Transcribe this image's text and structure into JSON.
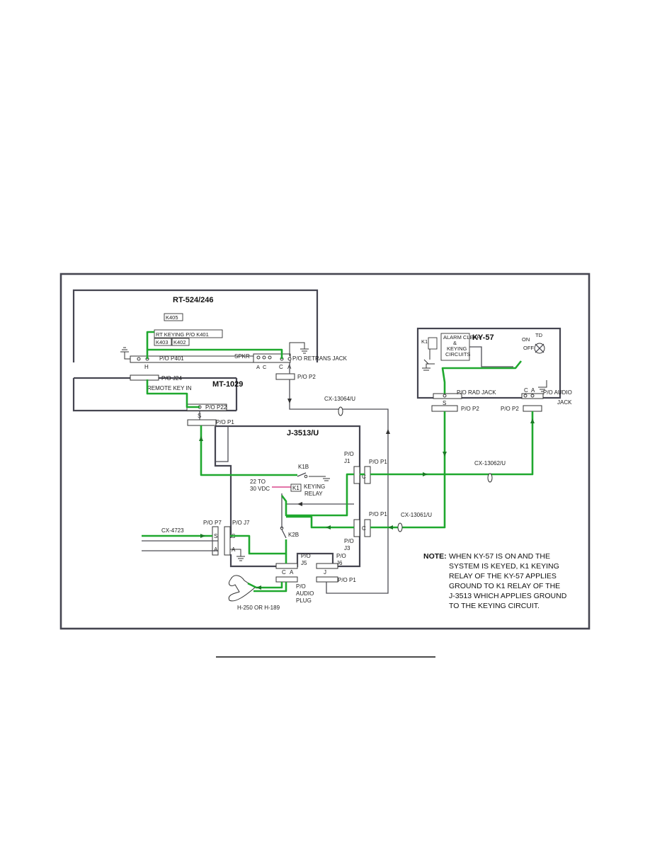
{
  "units": {
    "rt": {
      "title": "RT-524/246",
      "k405": "K405",
      "keying": "RT KEYING P/O K401",
      "k403": "K403",
      "k402": "K402",
      "p401": "P/O P401",
      "h": "H",
      "spkr": "SPKR",
      "ac_a": "A",
      "ac_c": "C",
      "c": "C",
      "a": "A",
      "retrans": "P/O RETRANS JACK",
      "p2": "P/O P2"
    },
    "mt": {
      "title": "MT-1029",
      "j24": "P/O J24",
      "remote": "REMOTE KEY IN",
      "p22": "P/O P22"
    },
    "ky": {
      "title": "KY-57",
      "k1": "K1",
      "alarm1": "ALARM CLEAR",
      "alarm2": "&",
      "alarm3": "KEYING",
      "alarm4": "CIRCUITS",
      "on": "ON",
      "td": "TD",
      "off": "OFF",
      "rad": "P/O RAD JACK",
      "audio1": "P/O AUDIO",
      "audio2": "JACK",
      "ca_c": "C",
      "ca_a": "A",
      "s": "S",
      "p2a": "P/O P2",
      "p2b": "P/O P2"
    },
    "j3513": {
      "title": "J-3513/U",
      "s": "S",
      "p1_top": "P/O P1",
      "po1": "P/O",
      "j1": "J1",
      "p1_a": "P/O P1",
      "c1": "C",
      "k1b": "K1B",
      "v1": "22 TO",
      "v2": "30 VDC",
      "k1": "K1",
      "relay1": "KEYING",
      "relay2": "RELAY",
      "k2b": "K2B",
      "p1_b": "P/O P1",
      "c2": "C",
      "po2": "P/O",
      "j3": "J3",
      "p7": "P/O P7",
      "j7": "P/O J7",
      "s7": "S",
      "a7": "A",
      "s7b": "S",
      "a7b": "A",
      "po5": "P/O",
      "j5": "J5",
      "c5": "C",
      "a5": "A",
      "po6": "P/O",
      "j6": "J6",
      "j": "J",
      "p1_c": "P/O P1",
      "po_audio1": "P/O",
      "po_audio2": "AUDIO",
      "po_audio3": "PLUG",
      "handset": "H-250 OR H-189"
    }
  },
  "cables": {
    "cx13064": "CX-13064/U",
    "cx13062": "CX-13062/U",
    "cx13061": "CX-13061/U",
    "cx4723": "CX-4723"
  },
  "note": {
    "label": "NOTE:",
    "lines": [
      "WHEN KY-57 IS ON AND THE",
      "SYSTEM IS KEYED, K1 KEYING",
      "RELAY OF THE KY-57 APPLIES",
      "GROUND TO K1 RELAY OF THE",
      "J-3513 WHICH APPLIES GROUND",
      "TO THE KEYING CIRCUIT."
    ]
  },
  "colors": {
    "signal_path": "#1fa82e",
    "relay_highlight": "#d9468c",
    "frame": "#454550"
  }
}
